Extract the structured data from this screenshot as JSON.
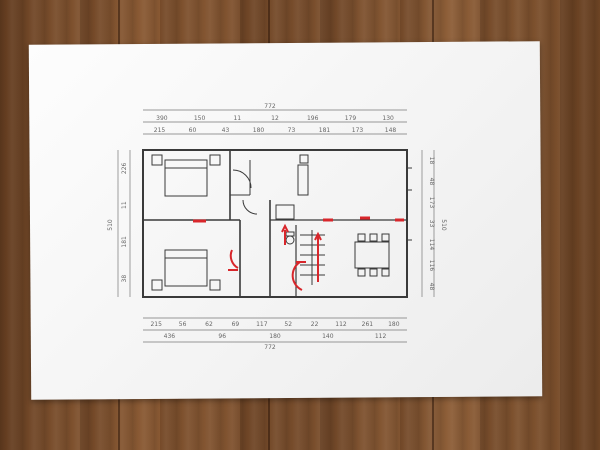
{
  "scene": {
    "subject": "floor-plan-sketch-on-paper",
    "background": "wood-table"
  },
  "dimensions": {
    "top_overall": "772",
    "top_row1": [
      "390",
      "150",
      "11",
      "12",
      "196",
      "179",
      "130"
    ],
    "top_row2": [
      "215",
      "60",
      "43",
      "180",
      "73",
      "181",
      "173",
      "148"
    ],
    "bottom_row1": [
      "215",
      "56",
      "62",
      "69",
      "117",
      "52",
      "22",
      "112",
      "261",
      "180"
    ],
    "bottom_row2": [
      "436",
      "96",
      "180",
      "140",
      "112"
    ],
    "bottom_overall": "772",
    "left_outer": "510",
    "left_inner": [
      "226",
      "11",
      "181",
      "38"
    ],
    "right_inner": [
      "18",
      "48",
      "173",
      "33",
      "114",
      "116",
      "48"
    ],
    "right_outer": "510"
  },
  "colors": {
    "ink": "#3a3a3a",
    "red_marker": "#d8262b",
    "paper": "#f6f6f6"
  }
}
